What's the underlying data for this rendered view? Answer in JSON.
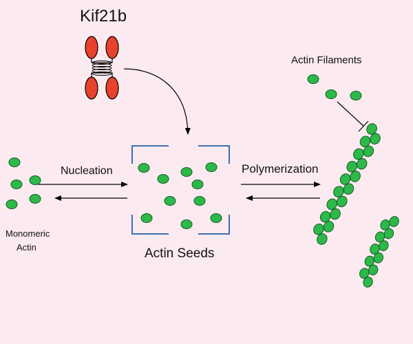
{
  "labels": {
    "protein": "Kif21b",
    "nucleation": "Nucleation",
    "polymerization": "Polymerization",
    "seeds": "Actin Seeds",
    "filaments": "Actin Filaments",
    "monomeric_line1": "Monomeric",
    "monomeric_line2": "Actin"
  },
  "colors": {
    "background": "#fbeaf0",
    "actin_fill": "#2db84a",
    "actin_stroke": "#145a22",
    "kinesin_head": "#e8412c",
    "seed_box": "#3d6fb0",
    "arrow": "#000000"
  }
}
